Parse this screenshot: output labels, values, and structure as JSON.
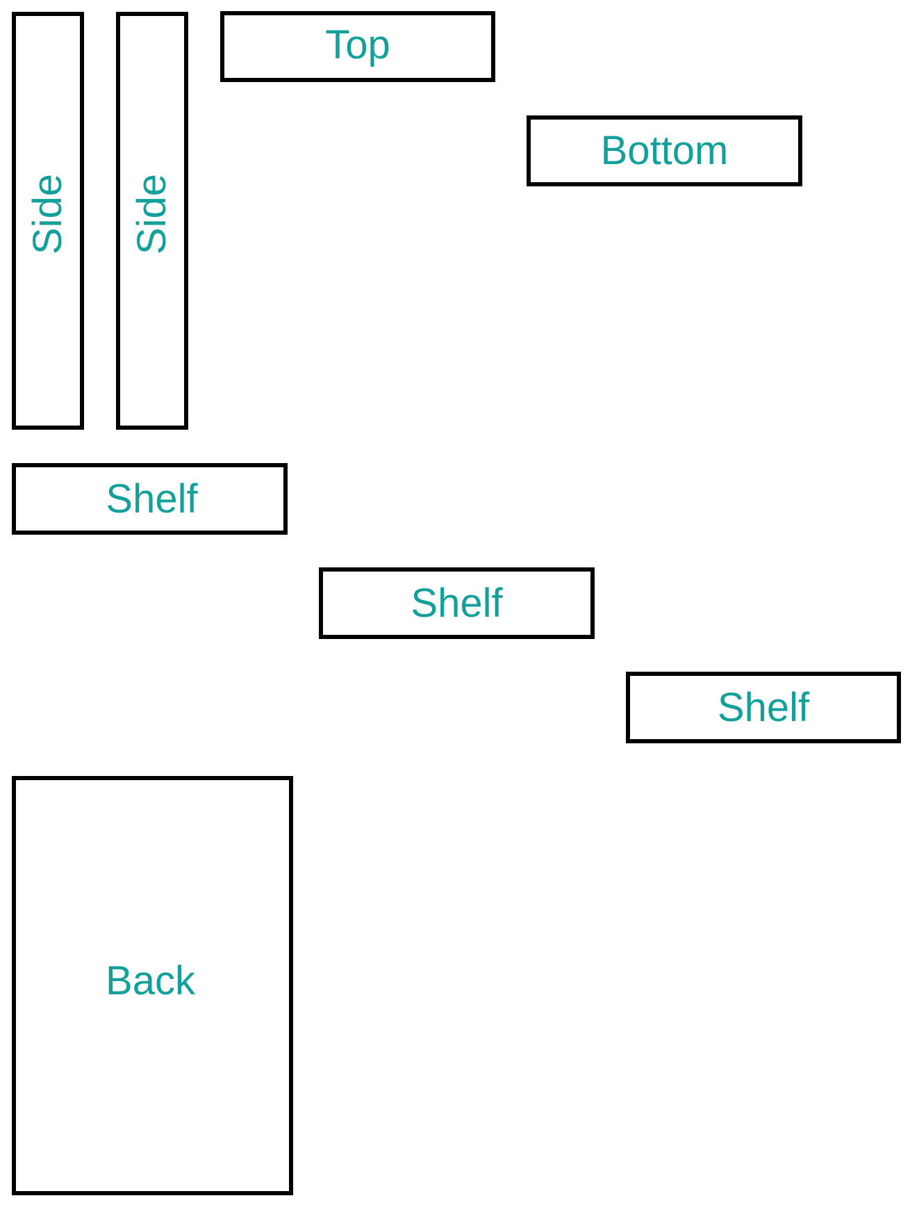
{
  "diagram": {
    "panels": [
      {
        "id": "side-1",
        "label": "Side"
      },
      {
        "id": "side-2",
        "label": "Side"
      },
      {
        "id": "top",
        "label": "Top"
      },
      {
        "id": "bottom",
        "label": "Bottom"
      },
      {
        "id": "shelf-1",
        "label": "Shelf"
      },
      {
        "id": "shelf-2",
        "label": "Shelf"
      },
      {
        "id": "shelf-3",
        "label": "Shelf"
      },
      {
        "id": "back",
        "label": "Back"
      }
    ],
    "colors": {
      "label": "#14a09a",
      "outline": "#000000",
      "background": "#ffffff"
    }
  }
}
